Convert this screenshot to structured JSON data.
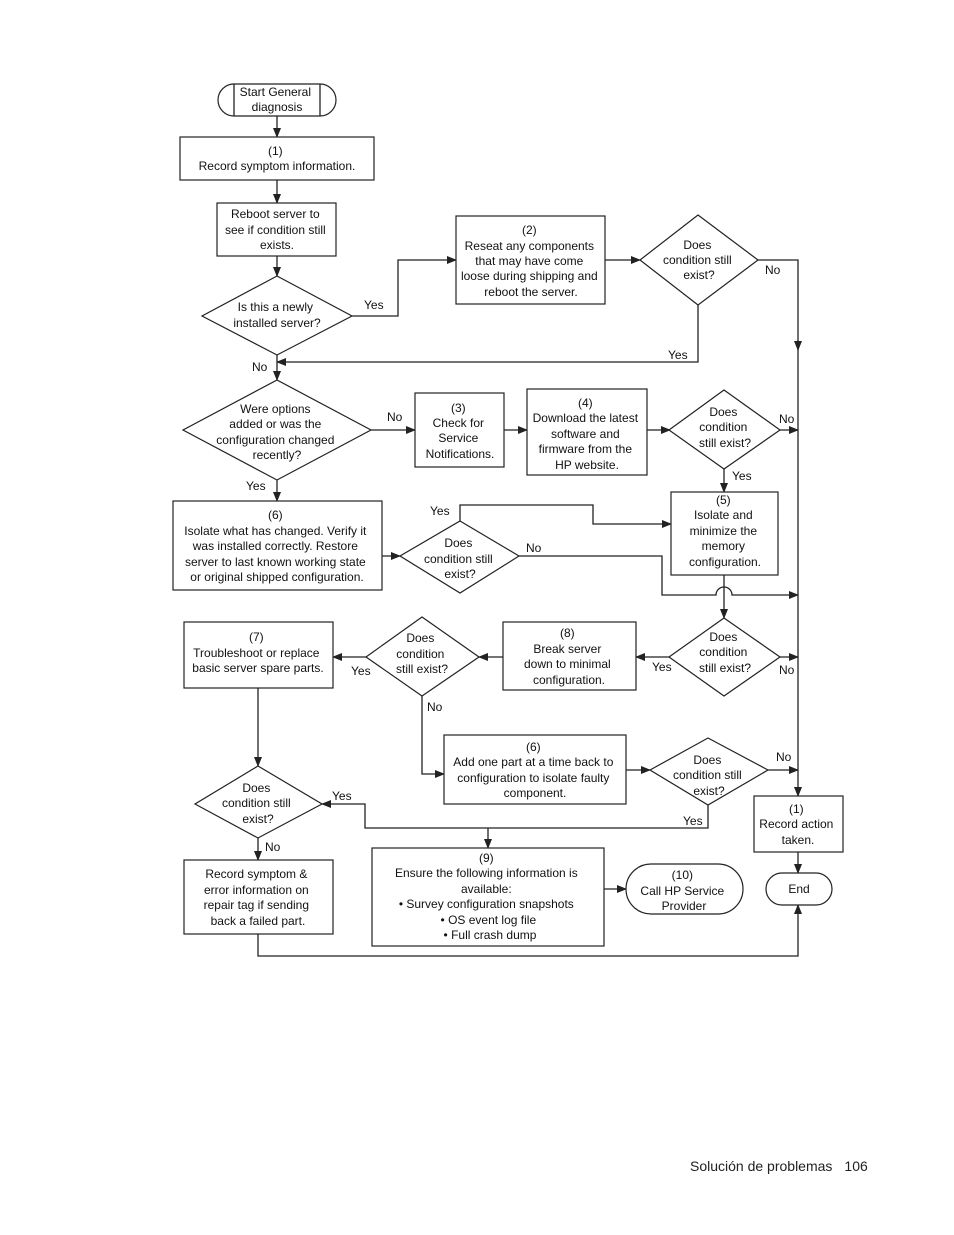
{
  "nodes": {
    "start": [
      "Start General",
      "diagnosis"
    ],
    "record_symptom": [
      "(1)",
      "Record symptom information."
    ],
    "reboot": [
      "Reboot server to",
      "see if condition still",
      "exists."
    ],
    "reseat": [
      "(2)",
      "Reseat any components",
      "that may have come",
      "loose during shipping and",
      "reboot the server."
    ],
    "d_still_1": [
      "Does",
      "condition still",
      "exist?"
    ],
    "d_new_server": [
      "Is this a newly",
      "installed server?"
    ],
    "d_options": [
      "Were options",
      "added or was the",
      "configuration changed",
      "recently?"
    ],
    "check_notes": [
      "(3)",
      "Check for",
      "Service",
      "Notifications."
    ],
    "download": [
      "(4)",
      "Download the latest",
      "software and",
      "firmware from the",
      "HP website."
    ],
    "d_still_2": [
      "Does",
      "condition",
      "still exist?"
    ],
    "isolate_changed": [
      "(6)",
      "Isolate what has changed. Verify it",
      "was installed correctly.  Restore",
      "server to last known working state",
      "or original shipped configuration."
    ],
    "d_still_3": [
      "Does",
      "condition still",
      "exist?"
    ],
    "isolate_memory": [
      "(5)",
      "Isolate and",
      "minimize the",
      "memory",
      "configuration."
    ],
    "troubleshoot": [
      "(7)",
      "Troubleshoot or replace",
      "basic server spare parts."
    ],
    "d_still_4": [
      "Does",
      "condition",
      "still exist?"
    ],
    "break_server": [
      "(8)",
      "Break server",
      "down to minimal",
      "configuration."
    ],
    "d_still_5": [
      "Does",
      "condition",
      "still exist?"
    ],
    "add_part": [
      "(6)",
      "Add one part at a time back to",
      "configuration to isolate faulty",
      "component."
    ],
    "d_still_6": [
      "Does",
      "condition still",
      "exist?"
    ],
    "d_still_7": [
      "Does",
      "condition still",
      "exist?"
    ],
    "record_action": [
      "(1)",
      "Record action",
      "taken."
    ],
    "record_tag": [
      "Record symptom &",
      "error information on",
      "repair tag if sending",
      "back a failed part."
    ],
    "ensure": [
      "(9)",
      "Ensure the following information is",
      "available:",
      "• Survey configuration snapshots",
      "• OS event log file",
      "• Full crash dump"
    ],
    "call_hp": [
      "(10)",
      "Call HP Service",
      "Provider"
    ],
    "end": [
      "End"
    ]
  },
  "edge_labels": {
    "yes_new_server": "Yes",
    "no_still_1": "No",
    "yes_still_1": "Yes",
    "no_new_server": "No",
    "no_options": "No",
    "no_still_2": "No",
    "yes_still_2": "Yes",
    "yes_options": "Yes",
    "yes_still_3": "Yes",
    "no_still_3": "No",
    "yes_still_5": "Yes",
    "no_still_5": "No",
    "yes_still_4": "Yes",
    "no_still_4": "No",
    "no_still_6": "No",
    "yes_still_6": "Yes",
    "yes_still_7": "Yes",
    "no_still_7": "No"
  },
  "footer": {
    "section": "Solución de problemas",
    "page": "106"
  }
}
